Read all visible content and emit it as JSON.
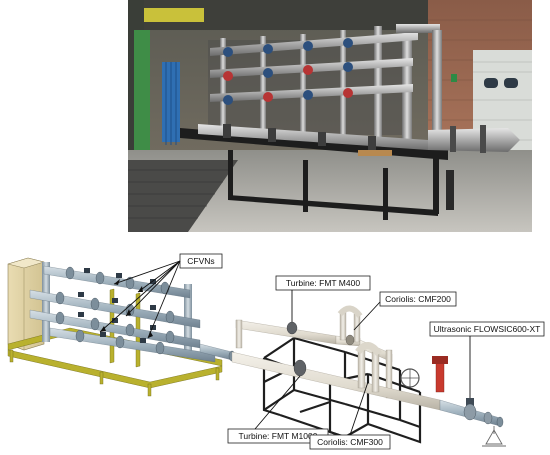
{
  "labels": {
    "cfvns": "CFVNs",
    "turbine_m400": "Turbine: FMT M400",
    "coriolis_cmf200": "Coriolis: CMF200",
    "ultrasonic": "Ultrasonic FLOWSIC600-XT",
    "turbine_m1000": "Turbine: FMT M1000",
    "coriolis_cmf300": "Coriolis: CMF300"
  },
  "colors": {
    "frame_yellow": "#b9b12e",
    "pipe_grey": "#9fb1bd",
    "frame_black": "#1f1f1f",
    "pipe_cream": "#e6e1d6",
    "valve_red": "#c83a2e"
  }
}
